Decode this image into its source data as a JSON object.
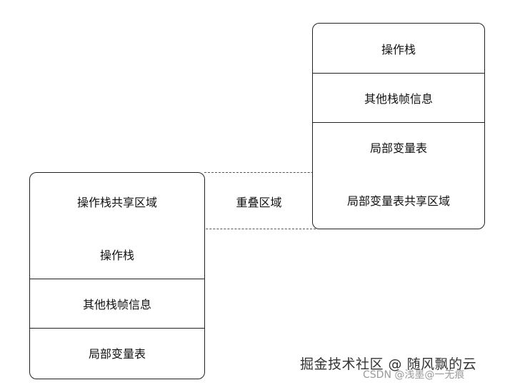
{
  "right_stack": {
    "cells": [
      "操作栈",
      "其他栈帧信息",
      "局部变量表",
      "局部变量表共享区域"
    ]
  },
  "left_stack": {
    "cells": [
      "操作栈共享区域",
      "操作栈",
      "其他栈帧信息",
      "局部变量表"
    ]
  },
  "overlap_label": "重叠区域",
  "watermark": {
    "main": "掘金技术社区 @ 随风飘的云",
    "sub": "CSDN @浅墨@一无痕"
  }
}
